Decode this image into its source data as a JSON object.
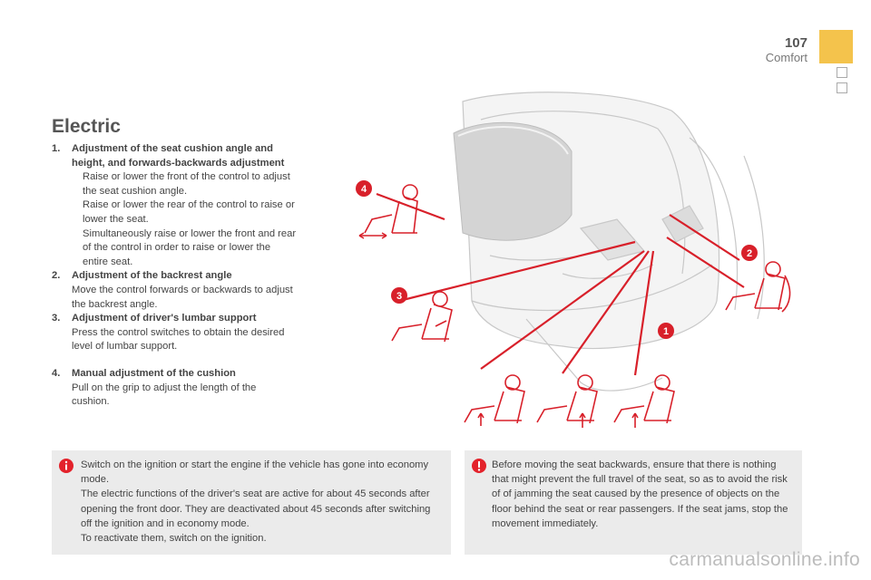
{
  "header": {
    "page_number": "107",
    "section": "Comfort"
  },
  "title": "Electric",
  "instructions": [
    {
      "num": "1.",
      "heading": "Adjustment of the seat cushion angle and height, and forwards-backwards adjustment",
      "bullets": [
        "Raise or lower the front of the control to adjust the seat cushion angle.",
        "Raise or lower the rear of the control to raise or lower the seat.",
        "Simultaneously raise or lower the front and rear of the control in order to raise or lower the entire seat."
      ],
      "text": ""
    },
    {
      "num": "2.",
      "heading": "Adjustment of the backrest angle",
      "bullets": [],
      "text": "Move the control forwards or backwards to adjust the backrest angle."
    },
    {
      "num": "3.",
      "heading": "Adjustment of driver's lumbar support",
      "bullets": [],
      "text": "Press the control switches to obtain the desired level of lumbar support."
    },
    {
      "num": "4.",
      "heading": "Manual adjustment of the cushion",
      "bullets": [],
      "text": "Pull on the grip to adjust the length of the cushion."
    }
  ],
  "bullet_glyph": "",
  "illustration": {
    "callouts": [
      "1",
      "2",
      "3",
      "4"
    ],
    "accent": "#d8202a"
  },
  "notes": {
    "info": [
      "Switch on the ignition or start the engine if the vehicle has gone into economy mode.",
      "The electric functions of the driver's seat are active for about 45 seconds after opening the front door. They are deactivated about 45 seconds after switching off the ignition and in economy mode.",
      "To reactivate them, switch on the ignition."
    ],
    "warning": [
      "Before moving the seat backwards, ensure that there is nothing that might prevent the full travel of the seat, so as to avoid the risk of of jamming the seat caused by the presence of objects on the floor behind the seat or rear passengers. If the seat jams, stop the movement immediately."
    ],
    "info_icon": "info-icon",
    "warning_icon": "warning-icon",
    "icon_color": "#e3222b"
  },
  "watermark": "carmanualsonline.info"
}
